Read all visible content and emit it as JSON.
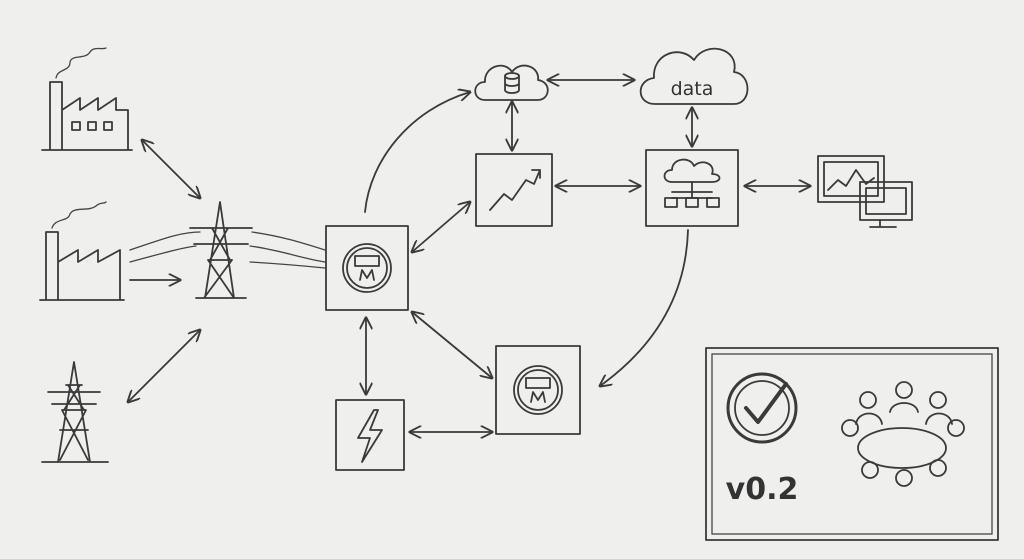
{
  "diagram": {
    "cloud_data_label": "data",
    "version_label": "v0.2",
    "nodes": [
      "factory-1",
      "factory-2",
      "transmission-tower-small",
      "transmission-tower-main",
      "smart-meter-1",
      "analytics-chart",
      "cloud-database",
      "cloud-data",
      "cloud-hub",
      "monitors",
      "smart-meter-2",
      "power-storage",
      "approval-panel"
    ],
    "colors": {
      "paper": "#efefed",
      "pencil": "#3a3a3a"
    }
  }
}
